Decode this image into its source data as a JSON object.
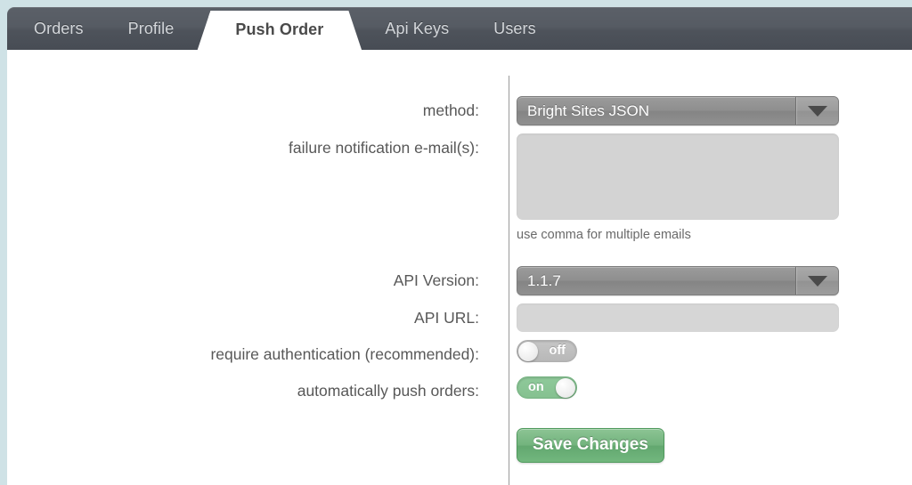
{
  "theme": {
    "page_background": "#cfe2e6",
    "tabbar_background": "#545a62",
    "active_tab_background": "#ffffff",
    "content_background": "#ffffff",
    "label_color": "#585858",
    "select_background": "#909090",
    "input_background": "#d3d3d3",
    "toggle_on_color": "#85c190",
    "toggle_off_color": "#bebebe",
    "save_button_color": "#6fb37c"
  },
  "tabs": [
    {
      "label": "Orders",
      "active": false
    },
    {
      "label": "Profile",
      "active": false
    },
    {
      "label": "Push Order",
      "active": true
    },
    {
      "label": "Api Keys",
      "active": false
    },
    {
      "label": "Users",
      "active": false
    }
  ],
  "form": {
    "method": {
      "label": "method:",
      "value": "Bright Sites JSON",
      "caret_icon": "chevron-down-icon"
    },
    "failure_emails": {
      "label": "failure notification e-mail(s):",
      "value": "",
      "placeholder": "",
      "hint": "use comma for multiple emails"
    },
    "api_version": {
      "label": "API Version:",
      "value": "1.1.7",
      "caret_icon": "chevron-down-icon"
    },
    "api_url": {
      "label": "API URL:",
      "value": "",
      "placeholder": ""
    },
    "require_auth": {
      "label": "require authentication (recommended):",
      "state": "off",
      "state_label": "off"
    },
    "auto_push": {
      "label": "automatically push orders:",
      "state": "on",
      "state_label": "on"
    },
    "save_button": {
      "label": "Save Changes"
    }
  }
}
